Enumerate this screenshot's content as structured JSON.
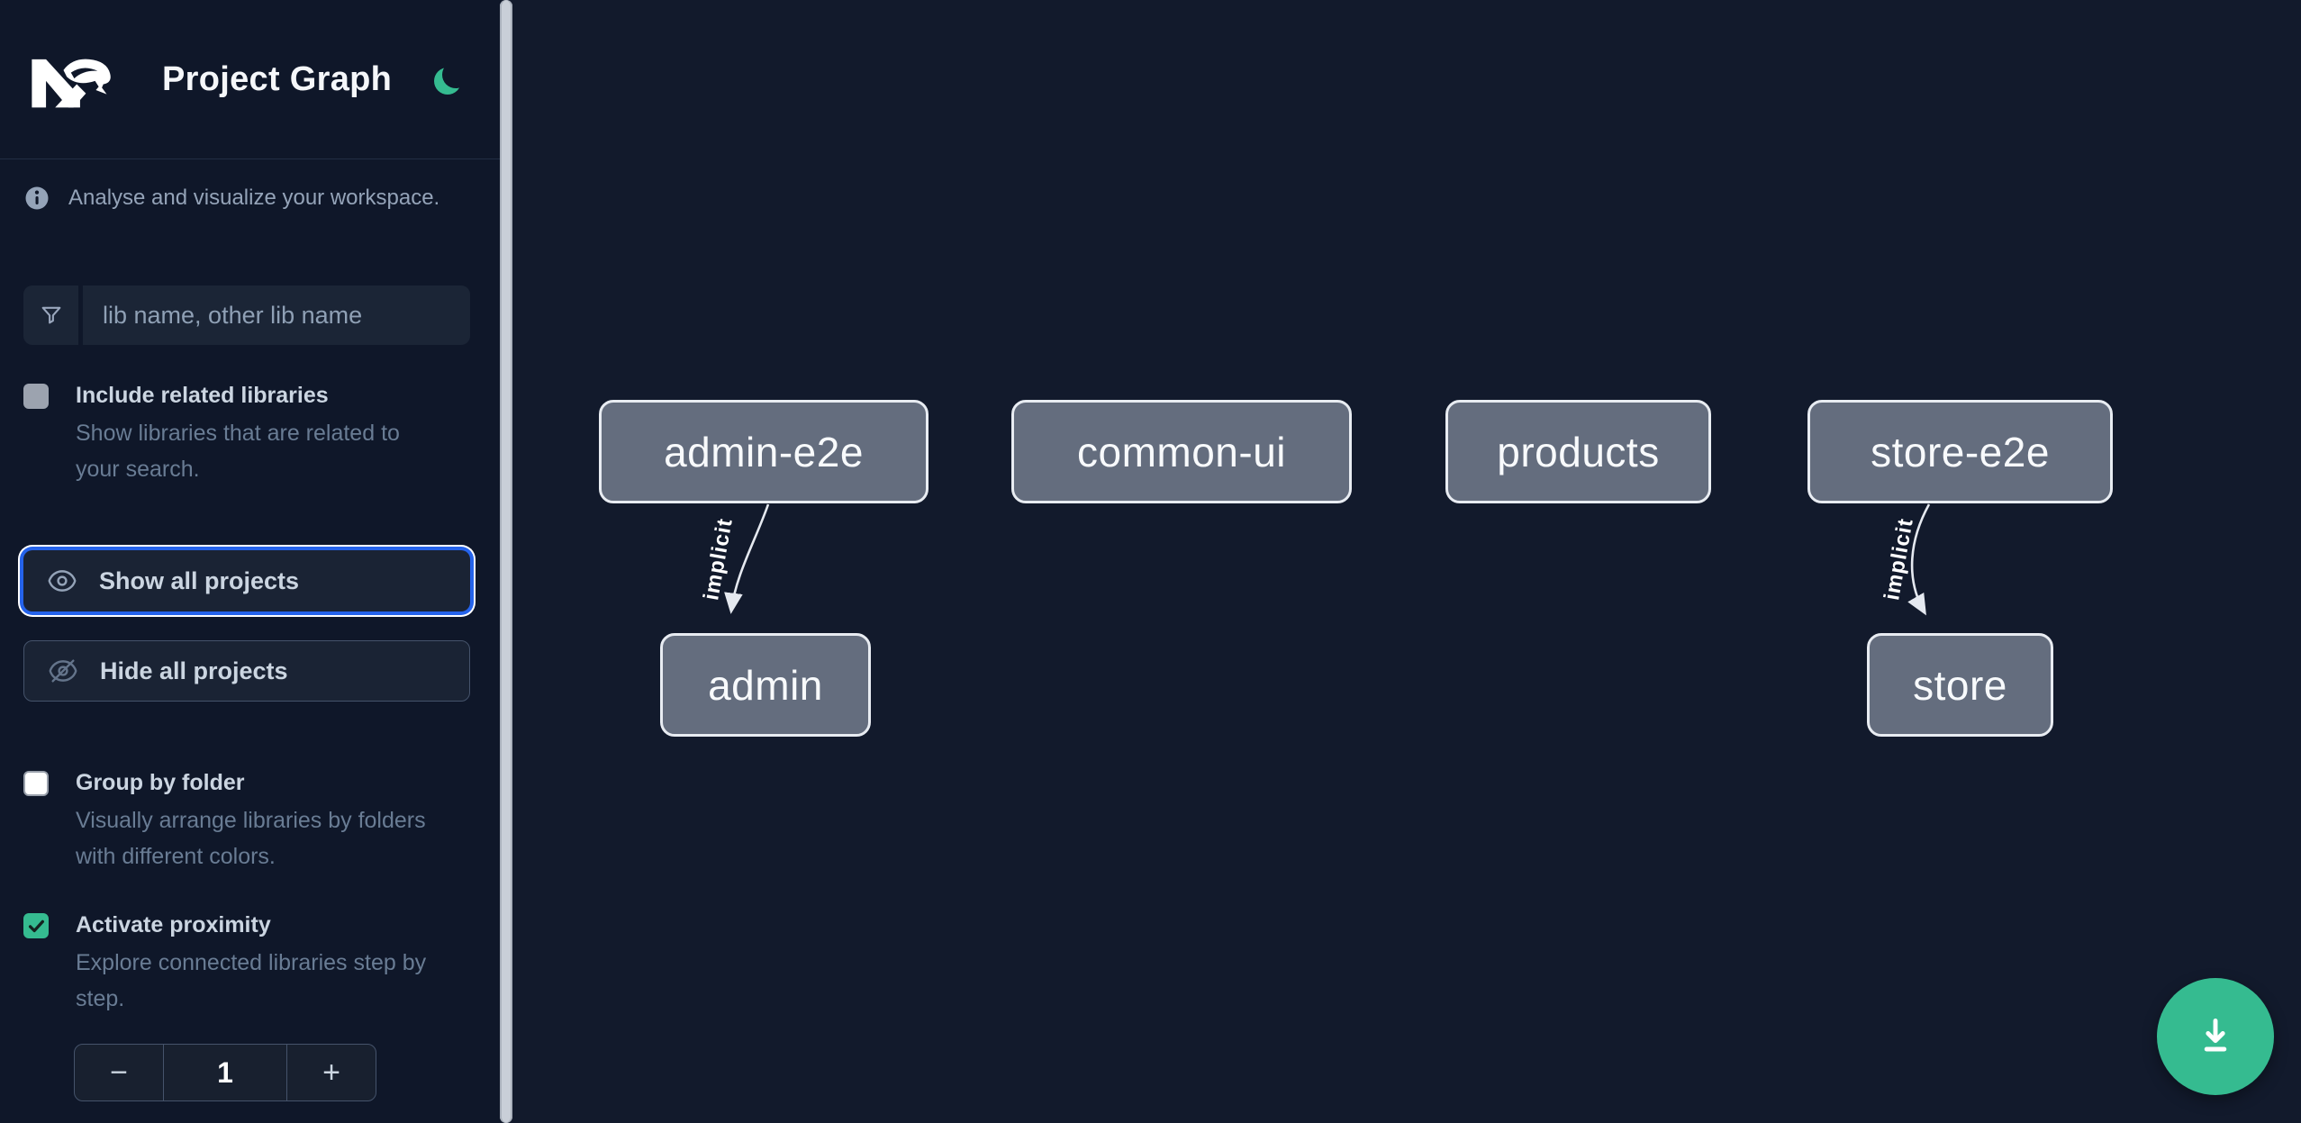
{
  "header": {
    "title": "Project Graph"
  },
  "sidebar": {
    "info_text": "Analyse and visualize your workspace.",
    "search": {
      "placeholder": "lib name, other lib name"
    },
    "options": [
      {
        "label": "Include related libraries",
        "description": "Show libraries that are related to your search.",
        "checked": false
      },
      {
        "label": "Group by folder",
        "description": "Visually arrange libraries by folders with different colors.",
        "checked": false
      },
      {
        "label": "Activate proximity",
        "description": "Explore connected libraries step by step.",
        "checked": true
      }
    ],
    "actions": [
      {
        "label": "Show all projects",
        "focused": true
      },
      {
        "label": "Hide all projects",
        "focused": false
      }
    ],
    "stepper": {
      "decrement": "−",
      "value": "1",
      "increment": "+"
    }
  },
  "graph": {
    "nodes": [
      {
        "id": "admin-e2e",
        "label": "admin-e2e"
      },
      {
        "id": "common-ui",
        "label": "common-ui"
      },
      {
        "id": "products",
        "label": "products"
      },
      {
        "id": "store-e2e",
        "label": "store-e2e"
      },
      {
        "id": "admin",
        "label": "admin"
      },
      {
        "id": "store",
        "label": "store"
      }
    ],
    "edges": [
      {
        "source": "admin-e2e",
        "target": "admin",
        "label": "implicit",
        "type": "implicit"
      },
      {
        "source": "store-e2e",
        "target": "store",
        "label": "implicit",
        "type": "implicit"
      }
    ]
  },
  "fab": {
    "icon": "download"
  },
  "colors": {
    "accent_green": "#35bb90",
    "focus_blue": "#2563eb",
    "node_fill": "#646d7e",
    "node_border": "#e8ecf2",
    "sidebar_background": "#0f1729",
    "canvas_background": "#121a2c"
  }
}
